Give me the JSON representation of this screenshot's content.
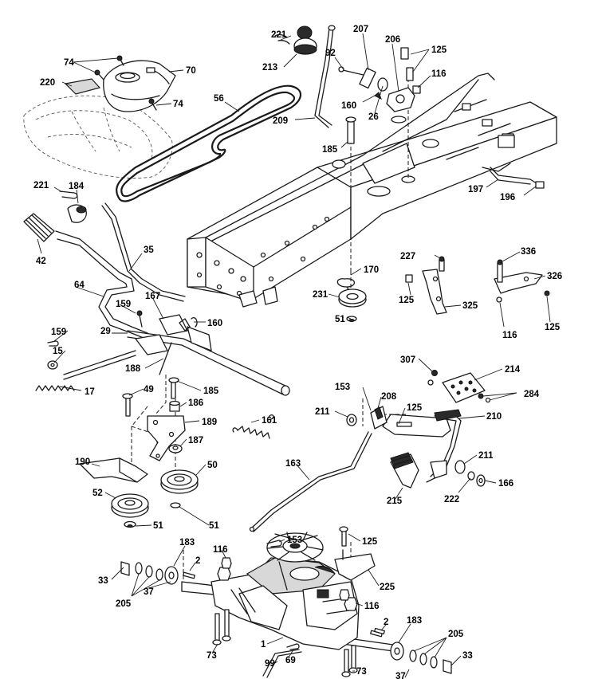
{
  "diagram": {
    "callouts": [
      {
        "id": "221a",
        "label": "221"
      },
      {
        "id": "213",
        "label": "213"
      },
      {
        "id": "207",
        "label": "207"
      },
      {
        "id": "206",
        "label": "206"
      },
      {
        "id": "125a",
        "label": "125"
      },
      {
        "id": "92",
        "label": "92"
      },
      {
        "id": "74a",
        "label": "74"
      },
      {
        "id": "70",
        "label": "70"
      },
      {
        "id": "220",
        "label": "220"
      },
      {
        "id": "74b",
        "label": "74"
      },
      {
        "id": "56",
        "label": "56"
      },
      {
        "id": "116a",
        "label": "116"
      },
      {
        "id": "160a",
        "label": "160"
      },
      {
        "id": "26",
        "label": "26"
      },
      {
        "id": "209",
        "label": "209"
      },
      {
        "id": "185a",
        "label": "185"
      },
      {
        "id": "221b",
        "label": "221"
      },
      {
        "id": "184",
        "label": "184"
      },
      {
        "id": "197",
        "label": "197"
      },
      {
        "id": "196",
        "label": "196"
      },
      {
        "id": "42",
        "label": "42"
      },
      {
        "id": "35",
        "label": "35"
      },
      {
        "id": "227",
        "label": "227"
      },
      {
        "id": "336",
        "label": "336"
      },
      {
        "id": "170",
        "label": "170"
      },
      {
        "id": "326",
        "label": "326"
      },
      {
        "id": "64",
        "label": "64"
      },
      {
        "id": "231",
        "label": "231"
      },
      {
        "id": "125b",
        "label": "125"
      },
      {
        "id": "325",
        "label": "325"
      },
      {
        "id": "159a",
        "label": "159"
      },
      {
        "id": "167",
        "label": "167"
      },
      {
        "id": "51a",
        "label": "51"
      },
      {
        "id": "160b",
        "label": "160"
      },
      {
        "id": "116b",
        "label": "116"
      },
      {
        "id": "125c",
        "label": "125"
      },
      {
        "id": "159b",
        "label": "159"
      },
      {
        "id": "29",
        "label": "29"
      },
      {
        "id": "15",
        "label": "15"
      },
      {
        "id": "307",
        "label": "307"
      },
      {
        "id": "214",
        "label": "214"
      },
      {
        "id": "188",
        "label": "188"
      },
      {
        "id": "17",
        "label": "17"
      },
      {
        "id": "49",
        "label": "49"
      },
      {
        "id": "185b",
        "label": "185"
      },
      {
        "id": "153a",
        "label": "153"
      },
      {
        "id": "284",
        "label": "284"
      },
      {
        "id": "208",
        "label": "208"
      },
      {
        "id": "186",
        "label": "186"
      },
      {
        "id": "211a",
        "label": "211"
      },
      {
        "id": "125d",
        "label": "125"
      },
      {
        "id": "210",
        "label": "210"
      },
      {
        "id": "189",
        "label": "189"
      },
      {
        "id": "161",
        "label": "161"
      },
      {
        "id": "187",
        "label": "187"
      },
      {
        "id": "190",
        "label": "190"
      },
      {
        "id": "50",
        "label": "50"
      },
      {
        "id": "163",
        "label": "163"
      },
      {
        "id": "211b",
        "label": "211"
      },
      {
        "id": "52",
        "label": "52"
      },
      {
        "id": "222",
        "label": "222"
      },
      {
        "id": "166",
        "label": "166"
      },
      {
        "id": "215",
        "label": "215"
      },
      {
        "id": "51b",
        "label": "51"
      },
      {
        "id": "51c",
        "label": "51"
      },
      {
        "id": "153b",
        "label": "153"
      },
      {
        "id": "125e",
        "label": "125"
      },
      {
        "id": "183a",
        "label": "183"
      },
      {
        "id": "116c",
        "label": "116"
      },
      {
        "id": "2a",
        "label": "2"
      },
      {
        "id": "225",
        "label": "225"
      },
      {
        "id": "33a",
        "label": "33"
      },
      {
        "id": "205a",
        "label": "205"
      },
      {
        "id": "37a",
        "label": "37"
      },
      {
        "id": "116d",
        "label": "116"
      },
      {
        "id": "2b",
        "label": "2"
      },
      {
        "id": "183b",
        "label": "183"
      },
      {
        "id": "205b",
        "label": "205"
      },
      {
        "id": "1",
        "label": "1"
      },
      {
        "id": "73a",
        "label": "73"
      },
      {
        "id": "33b",
        "label": "33"
      },
      {
        "id": "99",
        "label": "99"
      },
      {
        "id": "69",
        "label": "69"
      },
      {
        "id": "73b",
        "label": "73"
      },
      {
        "id": "37b",
        "label": "37"
      }
    ]
  }
}
